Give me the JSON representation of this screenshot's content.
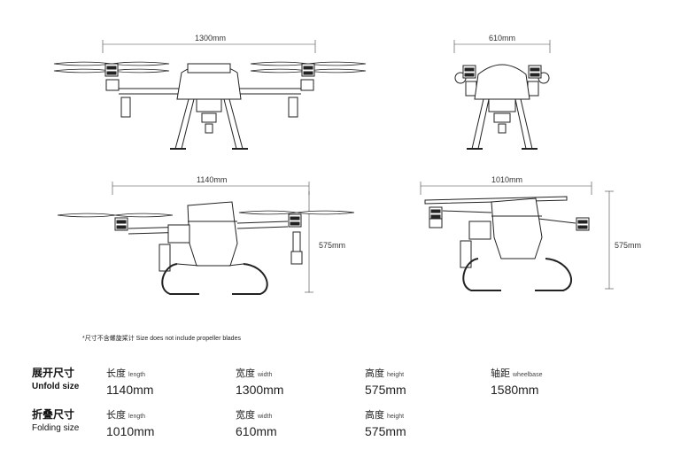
{
  "diagram": {
    "top_front_width": "1300mm",
    "top_folded_width": "610mm",
    "side_length": "1140mm",
    "side_folded_length": "1010mm",
    "side_height": "575mm",
    "side_folded_height": "575mm",
    "note": "*尺寸不含螺旋桨计  Size does not include propeller blades"
  },
  "specs": {
    "unfold": {
      "title_cn": "展开尺寸",
      "title_en": "Unfold size",
      "items": [
        {
          "label_cn": "长度",
          "label_en": "length",
          "value": "1140mm"
        },
        {
          "label_cn": "宽度",
          "label_en": "width",
          "value": "1300mm"
        },
        {
          "label_cn": "高度",
          "label_en": "height",
          "value": "575mm"
        },
        {
          "label_cn": "轴距",
          "label_en": "wheelbase",
          "value": "1580mm"
        }
      ]
    },
    "folding": {
      "title_cn": "折叠尺寸",
      "title_en": "Folding size",
      "items": [
        {
          "label_cn": "长度",
          "label_en": "length",
          "value": "1010mm"
        },
        {
          "label_cn": "宽度",
          "label_en": "width",
          "value": "610mm"
        },
        {
          "label_cn": "高度",
          "label_en": "height",
          "value": "575mm"
        }
      ]
    }
  }
}
